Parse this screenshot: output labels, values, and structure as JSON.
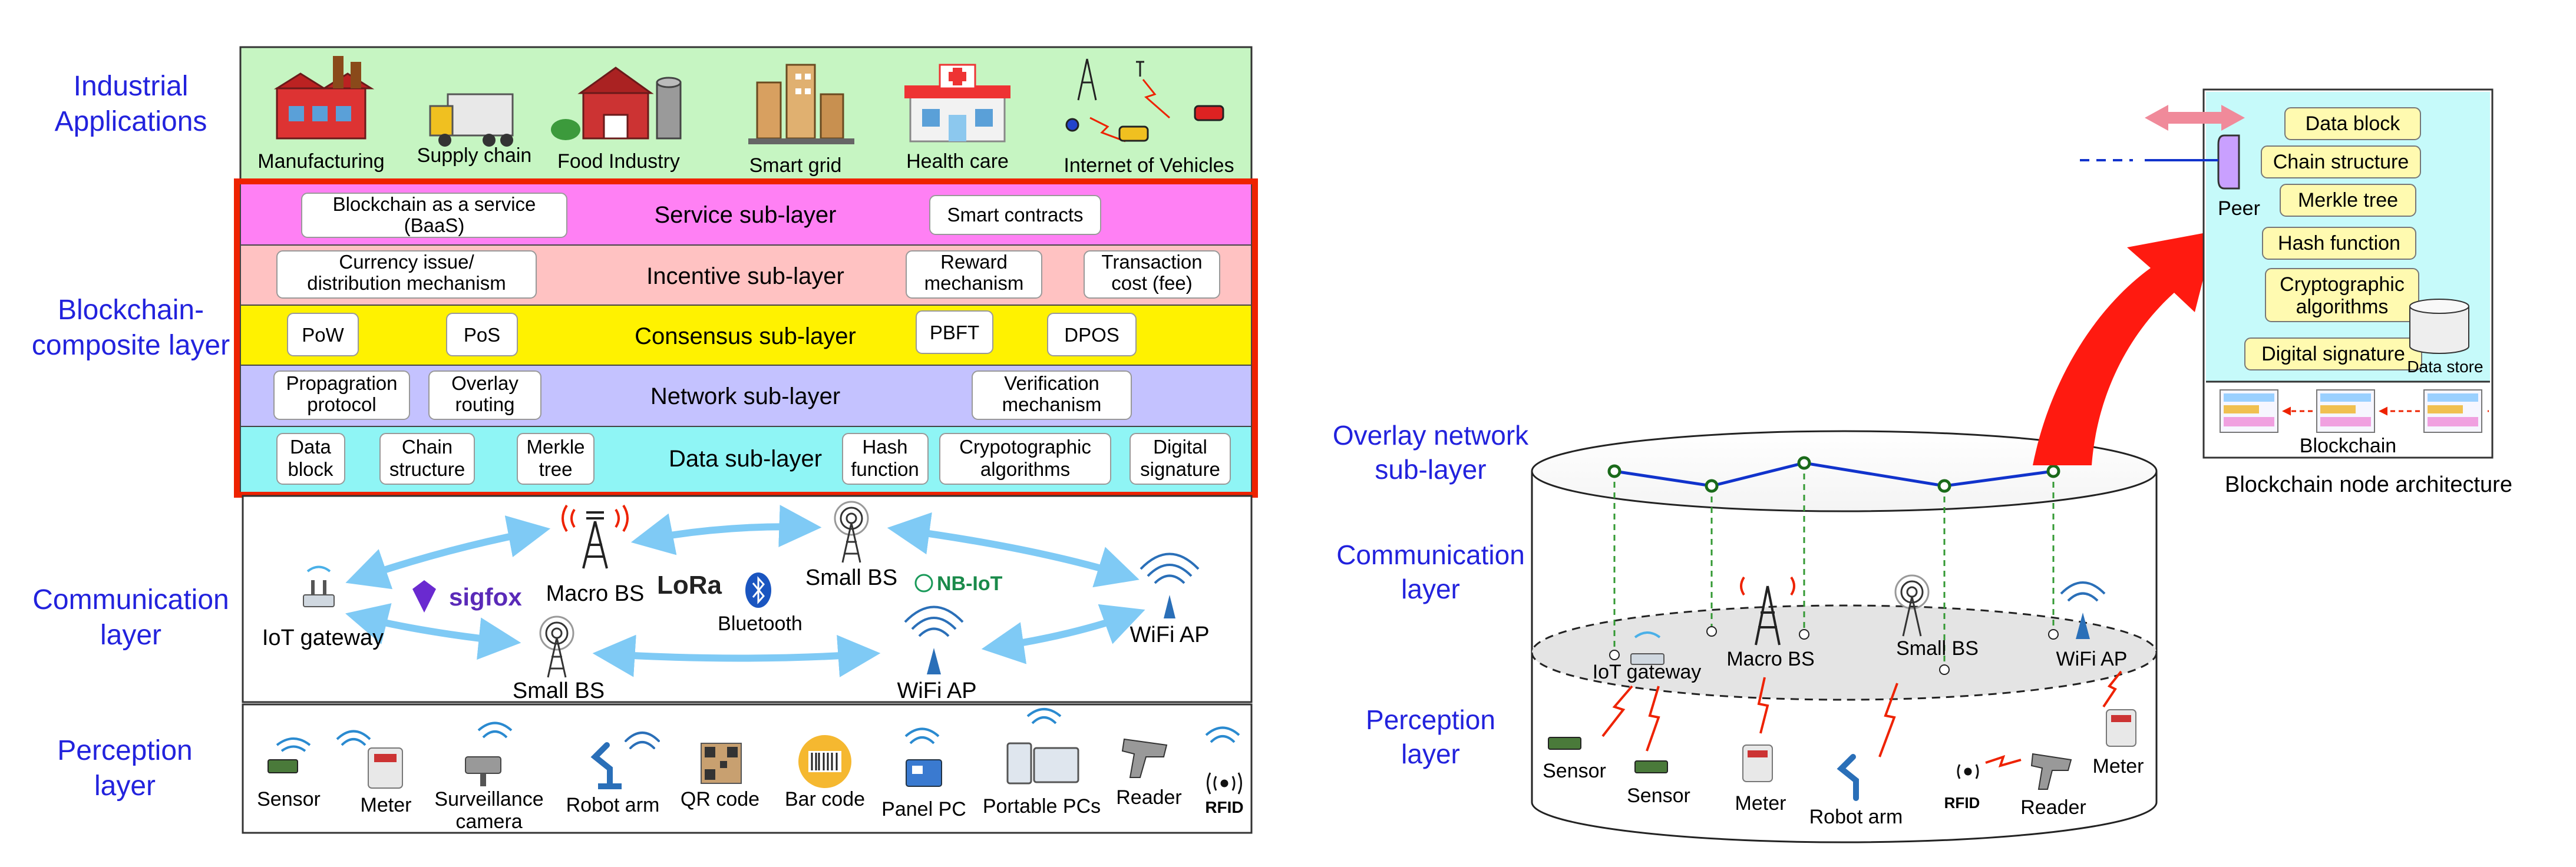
{
  "left": {
    "side_labels": {
      "industrial": [
        "Industrial",
        "Applications"
      ],
      "blockchain": [
        "Blockchain-",
        "composite layer"
      ],
      "communication": [
        "Communication",
        "layer"
      ],
      "perception": [
        "Perception",
        "layer"
      ]
    },
    "industrial_apps": [
      "Manufacturing",
      "Supply chain",
      "Food Industry",
      "Smart grid",
      "Health care",
      "Internet of Vehicles"
    ],
    "sublayers": [
      {
        "title": "Service sub-layer",
        "color": "#ff80f4",
        "items": [
          [
            "Blockchain as a service",
            "(BaaS)"
          ],
          [
            "Smart contracts"
          ]
        ]
      },
      {
        "title": "Incentive sub-layer",
        "color": "#ffc2c2",
        "items": [
          [
            "Currency issue/",
            "distribution mechanism"
          ],
          [
            "Reward",
            "mechanism"
          ],
          [
            "Transaction",
            "cost (fee)"
          ]
        ]
      },
      {
        "title": "Consensus sub-layer",
        "color": "#fff200",
        "items": [
          [
            "PoW"
          ],
          [
            "PoS"
          ],
          [
            "PBFT"
          ],
          [
            "DPOS"
          ]
        ]
      },
      {
        "title": "Network sub-layer",
        "color": "#c4c2ff",
        "items": [
          [
            "Propagration",
            "protocol"
          ],
          [
            "Overlay",
            "routing"
          ],
          [
            "Verification",
            "mechanism"
          ]
        ]
      },
      {
        "title": "Data sub-layer",
        "color": "#8ff5f5",
        "items": [
          [
            "Data",
            "block"
          ],
          [
            "Chain",
            "structure"
          ],
          [
            "Merkle",
            "tree"
          ],
          [
            "Hash",
            "function"
          ],
          [
            "Crypotographic",
            "algorithms"
          ],
          [
            "Digital",
            "signature"
          ]
        ]
      }
    ],
    "communication": {
      "iot_gateway": "IoT gateway",
      "macro_bs": "Macro BS",
      "small_bs_top": "Small BS",
      "small_bs_bottom": "Small BS",
      "wifi_ap_right": "WiFi AP",
      "wifi_ap_bottom": "WiFi AP",
      "bluetooth": "Bluetooth",
      "sigfox": "sigfox",
      "lora": "LoRa",
      "nbiot": "NB-IoT"
    },
    "perception_devices": [
      [
        "Sensor"
      ],
      [
        "Meter"
      ],
      [
        "Surveillance",
        "camera"
      ],
      [
        "Robot arm"
      ],
      [
        "QR code"
      ],
      [
        "Bar code"
      ],
      [
        "Panel PC"
      ],
      [
        "Portable PCs"
      ],
      [
        "Reader"
      ],
      [
        "RFID"
      ]
    ]
  },
  "right": {
    "layer_labels": {
      "overlay": [
        "Overlay network",
        "sub-layer"
      ],
      "communication": [
        "Communication",
        "layer"
      ],
      "perception": [
        "Perception",
        "layer"
      ]
    },
    "cylinder_nodes": {
      "iot_gateway": "IoT gateway",
      "macro_bs": "Macro BS",
      "small_bs": "Small BS",
      "wifi_ap": "WiFi AP",
      "sensor_1": "Sensor",
      "sensor_2": "Sensor",
      "meter_1": "Meter",
      "meter_2": "Meter",
      "robot_arm": "Robot arm",
      "rfid": "RFID",
      "reader": "Reader"
    },
    "node_architecture": {
      "caption": "Blockchain node architecture",
      "peer": "Peer",
      "items": [
        "Data block",
        "Chain structure",
        "Merkle tree",
        "Hash function",
        [
          "Cryptographic",
          "algorithms"
        ],
        "Digital signature"
      ],
      "data_store": "Data store",
      "blockchain_label": "Blockchain"
    }
  },
  "colors": {
    "label_blue": "#2222dd",
    "industrial_bg": "#c6f5c2",
    "arch_bg": "#c6fafa",
    "red_frame": "#ee2200",
    "link_blue": "#7fcaf5",
    "overlay_blue": "#1133cc",
    "dashed_green": "#339933",
    "item_yellow": "#fffab0"
  }
}
